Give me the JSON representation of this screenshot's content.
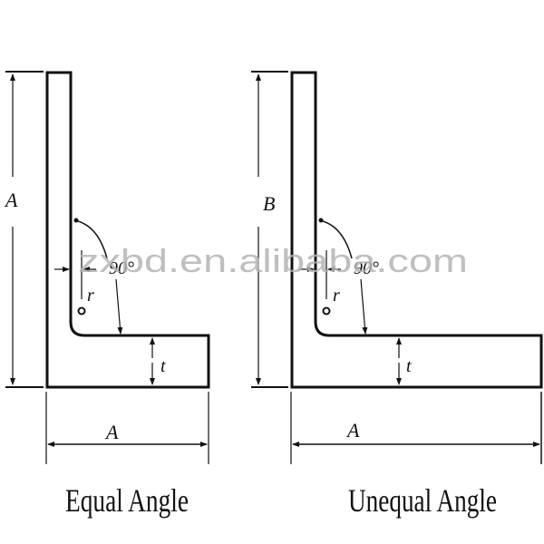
{
  "diagrams": [
    {
      "name": "equal-angle",
      "caption": "Equal Angle",
      "vertical_dimension": "A",
      "horizontal_dimension": "A",
      "thickness_label": "t",
      "radius_label": "r",
      "angle_label": "90°"
    },
    {
      "name": "unequal-angle",
      "caption": "Unequal Angle",
      "vertical_dimension": "B",
      "horizontal_dimension": "A",
      "thickness_label": "t",
      "radius_label": "r",
      "angle_label": "90°"
    }
  ],
  "watermark": "zxbd.en.alibaba.com",
  "colors": {
    "line": "#111111",
    "watermark": "#b5b5b5",
    "background": "#ffffff"
  }
}
